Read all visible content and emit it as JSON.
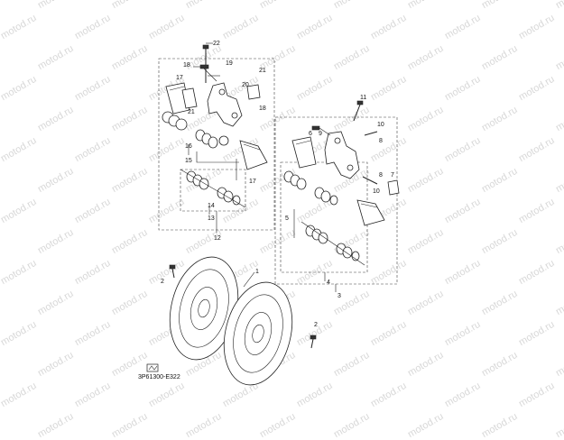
{
  "watermark": {
    "text": "motod.ru"
  },
  "diagram_code": "3P61300-E322",
  "callouts": {
    "c1": "1",
    "c2a": "2",
    "c2b": "2",
    "c3": "3",
    "c4": "4",
    "c5": "5",
    "c6": "6",
    "c7": "7",
    "c8a": "8",
    "c8b": "8",
    "c9": "9",
    "c10a": "10",
    "c10b": "10",
    "c11": "11",
    "c12": "12",
    "c13": "13",
    "c14": "14",
    "c15": "15",
    "c16": "16",
    "c17a": "17",
    "c17b": "17",
    "c18a": "18",
    "c18b": "18",
    "c19": "19",
    "c20": "20",
    "c21a": "21",
    "c21b": "21",
    "c22": "22"
  },
  "icons": {
    "new_badge": "new-part-badge-icon"
  }
}
